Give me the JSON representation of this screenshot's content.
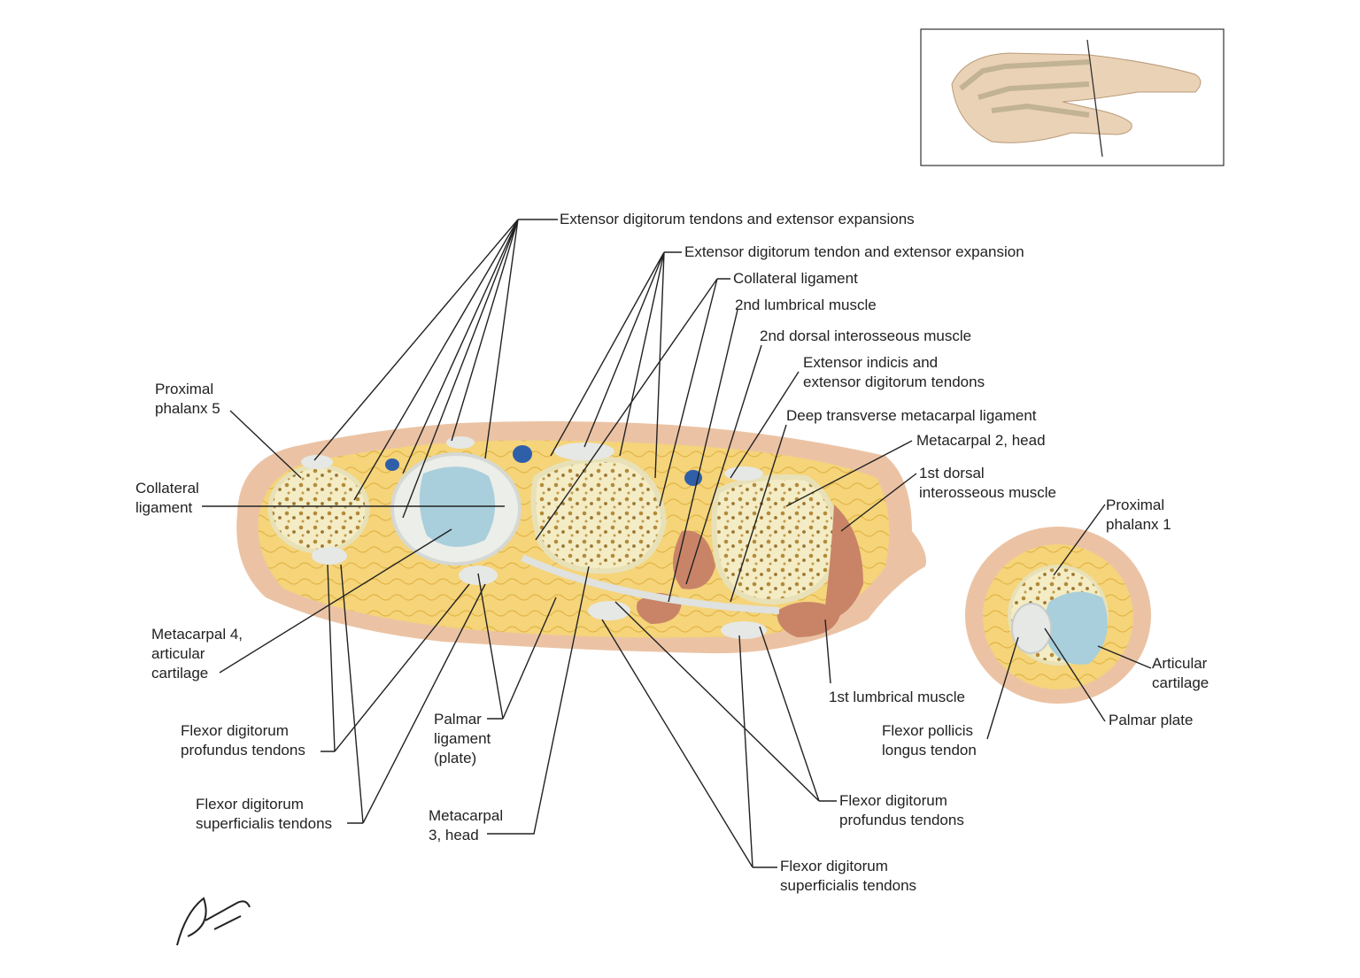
{
  "colors": {
    "skin": "#ebc3a4",
    "fat": "#f5d47a",
    "fat_lines": "#e2b443",
    "bone": "#f3ecc4",
    "trabecular": "#b48a3a",
    "cartilage": "#a9cfdc",
    "muscle": "#c98468",
    "tendon": "#e6e8e6",
    "vein": "#2f5fa8",
    "leader": "#222222"
  },
  "labels": {
    "ext_dig_tendons": "Extensor digitorum tendons and extensor expansions",
    "ext_dig_tendon": "Extensor digitorum tendon and extensor expansion",
    "collateral_lig_top": "Collateral ligament",
    "lumbrical_2": "2nd lumbrical muscle",
    "dorsal_interosseous_2": "2nd dorsal interosseous muscle",
    "ext_indicis": [
      "Extensor indicis and",
      "extensor digitorum tendons"
    ],
    "deep_transverse": "Deep transverse metacarpal ligament",
    "metacarpal_2": "Metacarpal 2, head",
    "dorsal_interosseous_1": [
      "1st dorsal",
      "interosseous muscle"
    ],
    "prox_phalanx_5": [
      "Proximal",
      "phalanx 5"
    ],
    "collateral_lig_left": [
      "Collateral",
      "ligament"
    ],
    "metacarpal_4": [
      "Metacarpal 4,",
      "articular",
      "cartilage"
    ],
    "fdp_left": [
      "Flexor digitorum",
      "profundus tendons"
    ],
    "fds_left": [
      "Flexor digitorum",
      "superficialis tendons"
    ],
    "palmar_lig": [
      "Palmar",
      "ligament",
      "(plate)"
    ],
    "metacarpal_3": [
      "Metacarpal",
      "3, head"
    ],
    "lumbrical_1": "1st lumbrical muscle",
    "fdp_right": [
      "Flexor digitorum",
      "profundus tendons"
    ],
    "fds_right": [
      "Flexor digitorum",
      "superficialis tendons"
    ],
    "fpl": [
      "Flexor pollicis",
      "longus tendon"
    ],
    "prox_phalanx_1": [
      "Proximal",
      "phalanx 1"
    ],
    "articular_cart": [
      "Articular",
      "cartilage"
    ],
    "palmar_plate": "Palmar plate"
  },
  "signature": "F. Netter M.D."
}
